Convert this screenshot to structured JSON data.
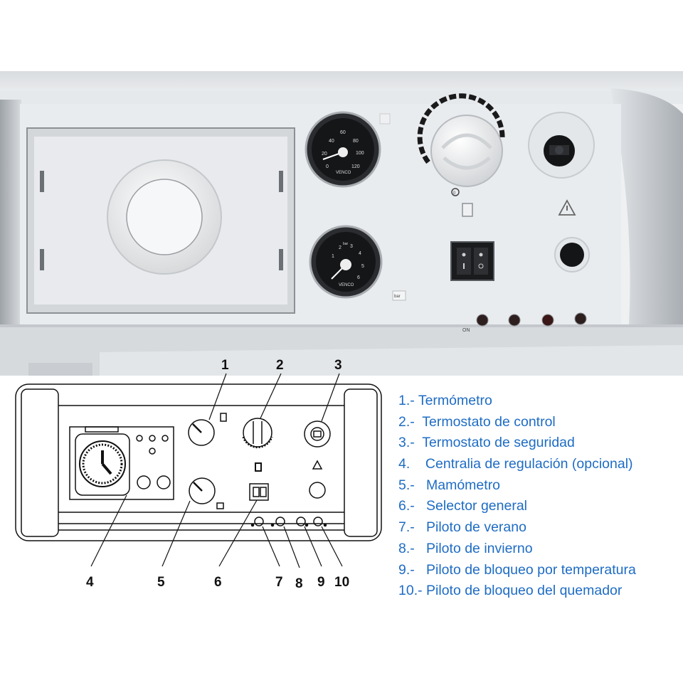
{
  "photo": {
    "thermometer_ticks": [
      "40",
      "60",
      "80",
      "100",
      "20",
      "120",
      "0"
    ],
    "thermometer_brand": "VENCO",
    "manometer_ticks": [
      "1",
      "2",
      "3",
      "4",
      "5",
      "6"
    ],
    "manometer_unit_small": "bar",
    "manometer_brand": "VENCO",
    "manometer_side_label": "bar",
    "pilot_on_label": "ON",
    "thermostat_zero": "0"
  },
  "schematic": {
    "callouts": [
      "1",
      "2",
      "3",
      "4",
      "5",
      "6",
      "7",
      "8",
      "9",
      "10"
    ]
  },
  "legend": {
    "items": [
      "1.- Termómetro",
      "2.-  Termostato de control",
      "3.-  Termostato de seguridad",
      "4.    Centralia de regulación (opcional)",
      "5.-   Mamómetro",
      "6.-   Selector general",
      "7.-   Piloto de verano",
      "8.-   Piloto de invierno",
      "9.-   Piloto de bloqueo por temperatura",
      "10.- Piloto de bloqueo del quemador"
    ]
  },
  "colors": {
    "legend_text": "#1e6cc4",
    "panel": "#e4e7ea"
  }
}
